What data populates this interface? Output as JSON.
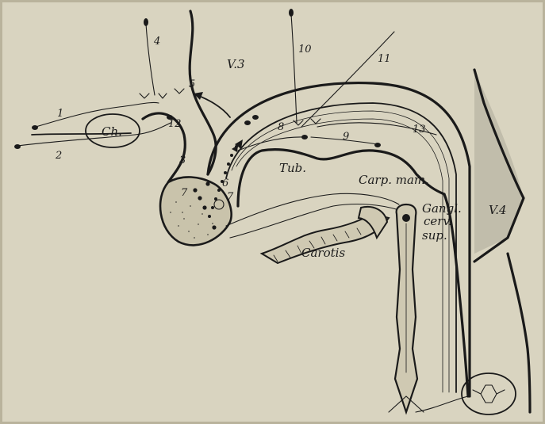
{
  "figure": {
    "structure_labels": {
      "chiasm": "Ch.",
      "third_ventricle": "V.3",
      "tuber": "Tub.",
      "mammillary_body": "Carp. mam.",
      "fourth_ventricle": "V.4",
      "ganglion_line1": "Gangl.",
      "ganglion_line2": "cerv.",
      "ganglion_line3": "sup.",
      "carotis": "Carotis"
    },
    "numbers": {
      "n1": "1",
      "n2": "2",
      "n3": "3",
      "n4": "4",
      "n5": "5",
      "n6": "6",
      "n7a": "7",
      "n7b": "7",
      "n8": "8",
      "n9": "9",
      "n10": "10",
      "n11": "11",
      "n12": "12",
      "n13": "13"
    }
  },
  "colors": {
    "paper": "#d9d4c0",
    "ink": "#1a1a1a"
  }
}
